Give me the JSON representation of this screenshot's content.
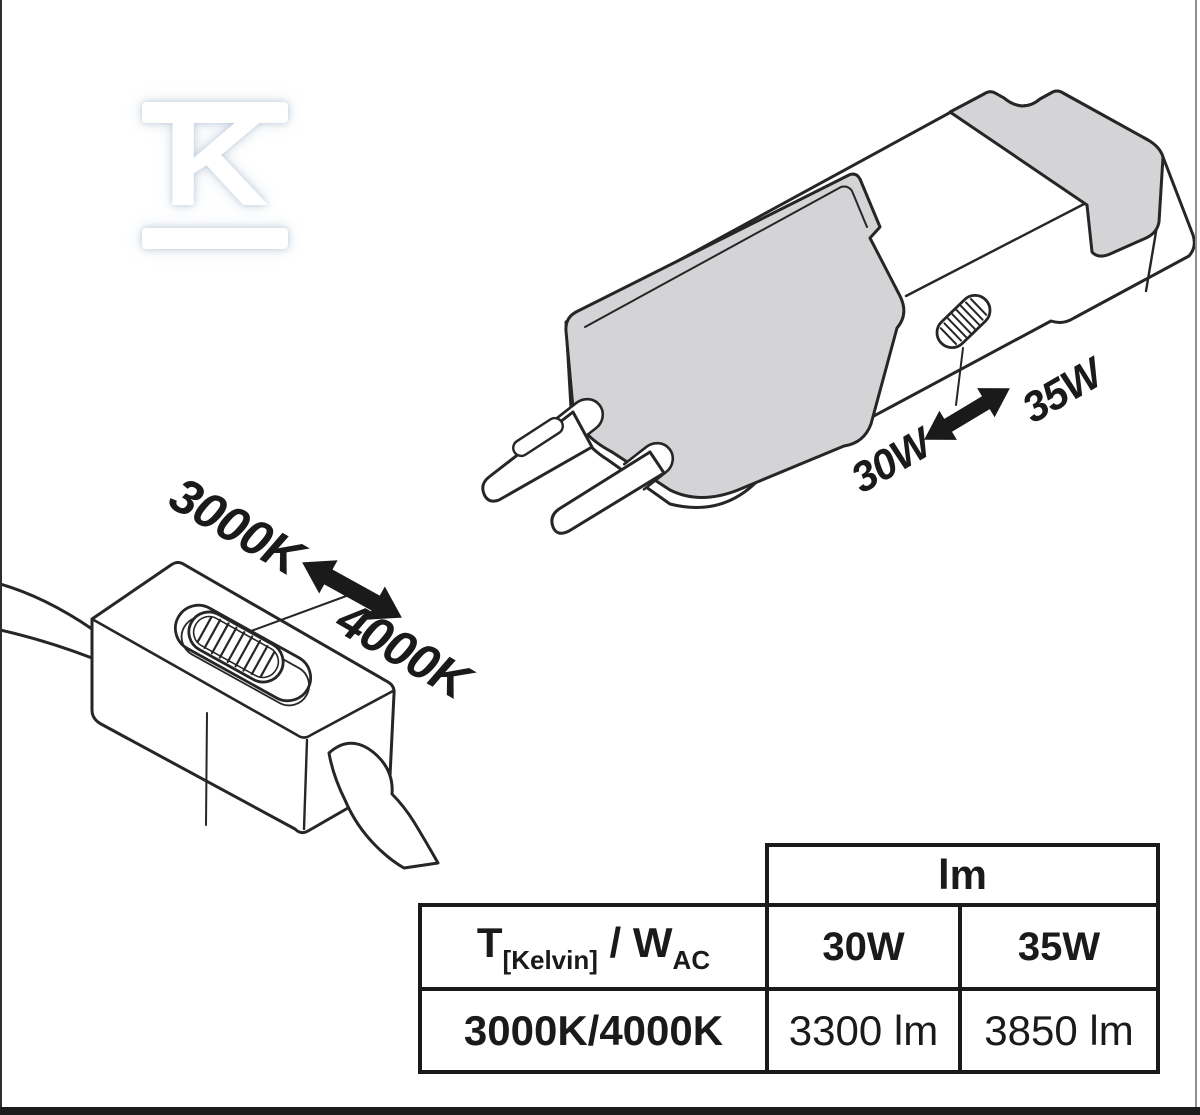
{
  "watermark": {
    "letter": "K"
  },
  "driver_illustration": {
    "power_low_label": "30W",
    "power_high_label": "35W"
  },
  "cct_switch_illustration": {
    "cct_warm_label": "3000K",
    "cct_cool_label": "4000K"
  },
  "table": {
    "lumen_header": "lm",
    "row_header": {
      "symbol_t": "T",
      "symbol_t_sub": "[Kelvin]",
      "separator": " / W",
      "symbol_w_sub": "AC"
    },
    "column_headers": [
      "30W",
      "35W"
    ],
    "data_row": {
      "label": "3000K/4000K",
      "values": [
        "3300 lm",
        "3850 lm"
      ]
    }
  },
  "colors": {
    "line": "#262626",
    "fill_gray": "#d4d4d6",
    "table_border": "#1a1a1a",
    "arrow_fill": "#1a1a1a",
    "watermark_glow": "#96acc4"
  }
}
